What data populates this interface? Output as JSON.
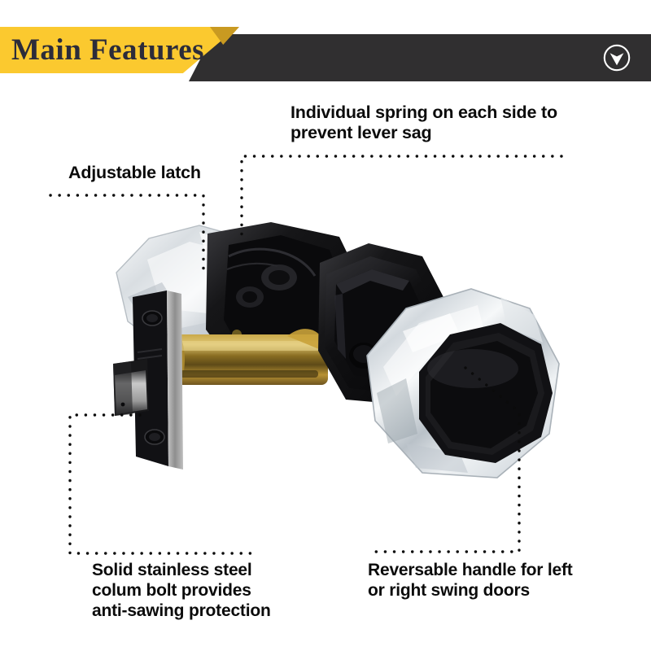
{
  "banner": {
    "title": "Main Features",
    "badge_icon": "chevron-down-circle-icon",
    "yellow_hex": "#FBC92F",
    "dark_hex": "#302F30",
    "title_color_hex": "#2C2C3A"
  },
  "callouts": [
    {
      "id": "individual-spring",
      "lines": [
        "Individual spring on each side to",
        "prevent lever sag"
      ],
      "position": "top-right"
    },
    {
      "id": "adjustable-latch",
      "lines": [
        "Adjustable latch"
      ],
      "position": "top-left"
    },
    {
      "id": "solid-stainless-steel-colum-bolt",
      "lines": [
        "Solid stainless steel",
        "colum bolt provides",
        "anti-sawing protection"
      ],
      "position": "bottom-left"
    },
    {
      "id": "reversable-handle",
      "lines": [
        "Reversable handle for left",
        "or right swing doors"
      ],
      "position": "bottom-right"
    }
  ],
  "product": {
    "name": "octagonal-crystal-glass-door-knob-set",
    "description": "Black and clear crystal glass octagonal door knob with adjustable latch and brass column bolt",
    "colors": {
      "glass_hex": "#E8EBED",
      "black_hex": "#111113",
      "brass_hex": "#B8902F",
      "steel_hex": "#A8A8A8"
    }
  },
  "leader_line": {
    "color_hex": "#0B0B0B",
    "style": "dotted"
  },
  "background_hex": "#FFFFFF"
}
